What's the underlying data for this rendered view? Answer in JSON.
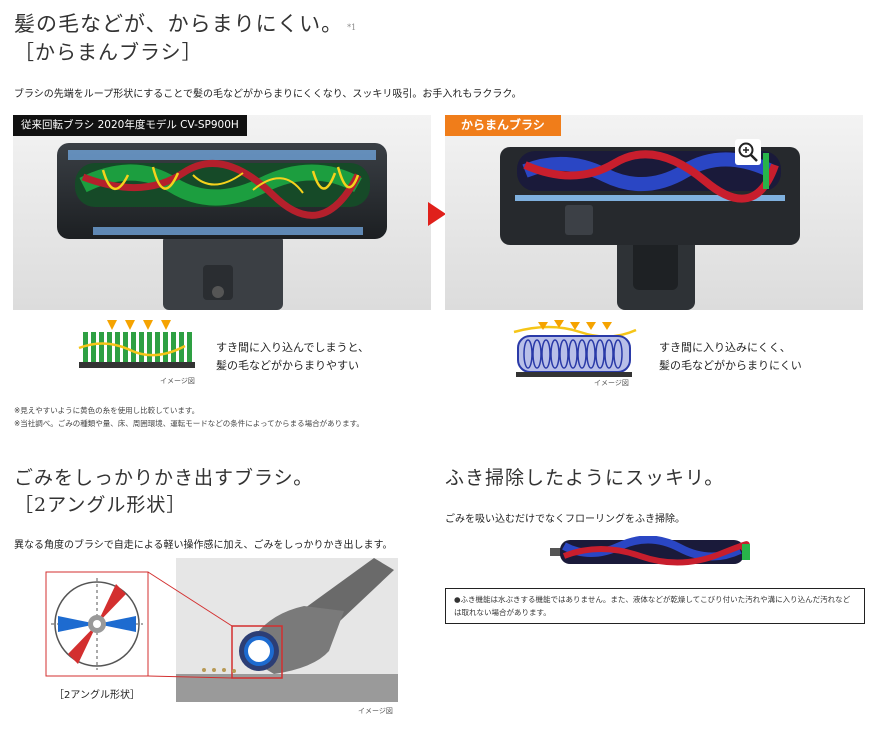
{
  "section1": {
    "title": "髪の毛などが、からまりにくい。",
    "title_note": "*1",
    "subtitle": "［からまんブラシ］",
    "lead": "ブラシの先端をループ形状にすることで髪の毛などがからまりにくくなり、スッキリ吸引。お手入れもラクラク。",
    "left_tag": "従来回転ブラシ 2020年度モデル CV-SP900H",
    "right_tag": "からまんブラシ",
    "left_caption_1": "すき間に入り込んでしまうと、",
    "left_caption_2": "髪の毛などがからまりやすい",
    "right_caption_1": "すき間に入り込みにくく、",
    "right_caption_2": "髪の毛などがからまりにくい",
    "image_note": "イメージ図",
    "notes": [
      "※見えやすいように黄色の糸を使用し比較しています。",
      "※当社調べ。ごみの種類や量、床、周囲環境、運転モードなどの条件によってからまる場合があります。"
    ]
  },
  "section2": {
    "title": "ごみをしっかりかき出すブラシ。",
    "subtitle": "［2アングル形状］",
    "body": "異なる角度のブラシで自走による軽い操作感に加え、ごみをしっかりかき出します。",
    "diagram_label": "［2アングル形状］",
    "image_note": "イメージ図"
  },
  "section3": {
    "title": "ふき掃除したようにスッキリ。",
    "body": "ごみを吸い込むだけでなくフローリングをふき掃除。",
    "note": "●ふき機能は水ぶきする機能ではありません。また、液体などが乾燥してこびり付いた汚れや溝に入り込んだ汚れなどは取れない場合があります。"
  },
  "colors": {
    "accent_orange": "#f07d1a",
    "arrow_red": "#e0201b",
    "brush_blue": "#2a46c4",
    "brush_red": "#c81e2d"
  }
}
